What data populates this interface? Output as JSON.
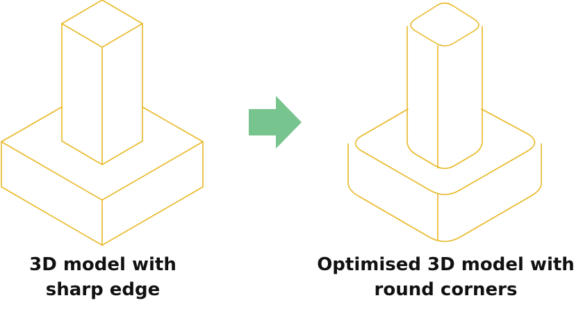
{
  "left_model": {
    "caption_lines": [
      "3D model with",
      "sharp edge"
    ]
  },
  "right_model": {
    "caption_lines": [
      "Optimised 3D model with",
      "round corners"
    ]
  },
  "colors": {
    "outline": "#E8B824",
    "arrow": "#78C48E",
    "text": "#111111",
    "background": "#FFFFFF"
  },
  "icons": {
    "transition": "right-arrow-icon"
  }
}
